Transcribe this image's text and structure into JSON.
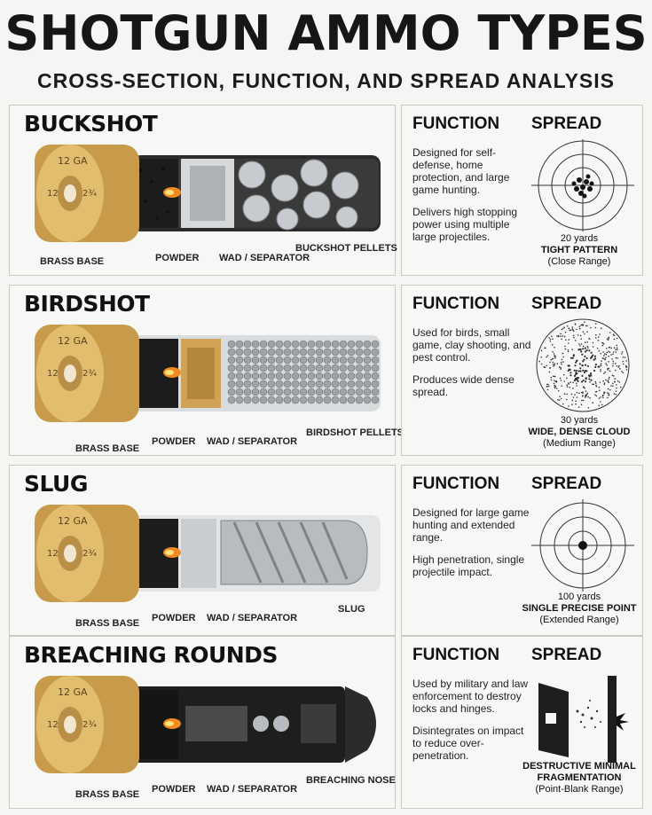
{
  "header": {
    "title": "SHOTGUN AMMO TYPES",
    "subtitle": "CROSS-SECTION, FUNCTION, AND SPREAD ANALYSIS"
  },
  "common": {
    "function_heading": "FUNCTION",
    "spread_heading": "SPREAD",
    "shell_gauge": "12 GA",
    "shell_number": "12",
    "shell_length": "2¾"
  },
  "sections": [
    {
      "name": "BUCKSHOT",
      "labels": {
        "base": "BRASS BASE",
        "powder": "POWDER",
        "wad": "WAD / SEPARATOR",
        "payload": "BUCKSHOT PELLETS"
      },
      "function_text": [
        "Designed for self-defense, home protection, and large game hunting.",
        "Delivers high stopping power using multiple large projectiles."
      ],
      "spread": {
        "distance": "20 yards",
        "pattern": "TIGHT PATTERN",
        "range": "(Close Range)"
      },
      "colors": {
        "tube": "#2a2a2a",
        "payload": "#b9bdc2"
      }
    },
    {
      "name": "BIRDSHOT",
      "labels": {
        "base": "BRASS BASE",
        "powder": "POWDER",
        "wad": "WAD / SEPARATOR",
        "payload": "BIRDSHOT PELLETS"
      },
      "function_text": [
        "Used for birds, small game, clay shooting, and pest control.",
        "Produces wide dense spread."
      ],
      "spread": {
        "distance": "30 yards",
        "pattern": "WIDE, DENSE CLOUD",
        "range": "(Medium Range)"
      },
      "colors": {
        "tube": "#d9dcdf",
        "payload": "#9ea3a8"
      }
    },
    {
      "name": "SLUG",
      "labels": {
        "base": "BRASS BASE",
        "powder": "POWDER",
        "wad": "WAD / SEPARATOR",
        "payload": "SLUG"
      },
      "function_text": [
        "Designed for large game hunting and extended range.",
        "High penetration, single projectile impact."
      ],
      "spread": {
        "distance": "100 yards",
        "pattern": "SINGLE PRECISE POINT",
        "range": "(Extended Range)"
      },
      "colors": {
        "tube": "#e3e5e7",
        "payload": "#b8bcc1"
      }
    },
    {
      "name": "BREACHING ROUNDS",
      "labels": {
        "base": "BRASS BASE",
        "powder": "POWDER",
        "wad": "WAD / SEPARATOR",
        "payload": "BREACHING NOSE"
      },
      "function_text": [
        "Used by military and law enforcement to destroy locks and hinges.",
        "Disintegrates on impact to reduce over-penetration."
      ],
      "spread": {
        "distance": "",
        "pattern": "DESTRUCTIVE MINIMAL FRAGMENTATION",
        "range": "(Point-Blank Range)"
      },
      "colors": {
        "tube": "#1e1e1e",
        "payload": "#2b2b2b"
      }
    }
  ]
}
